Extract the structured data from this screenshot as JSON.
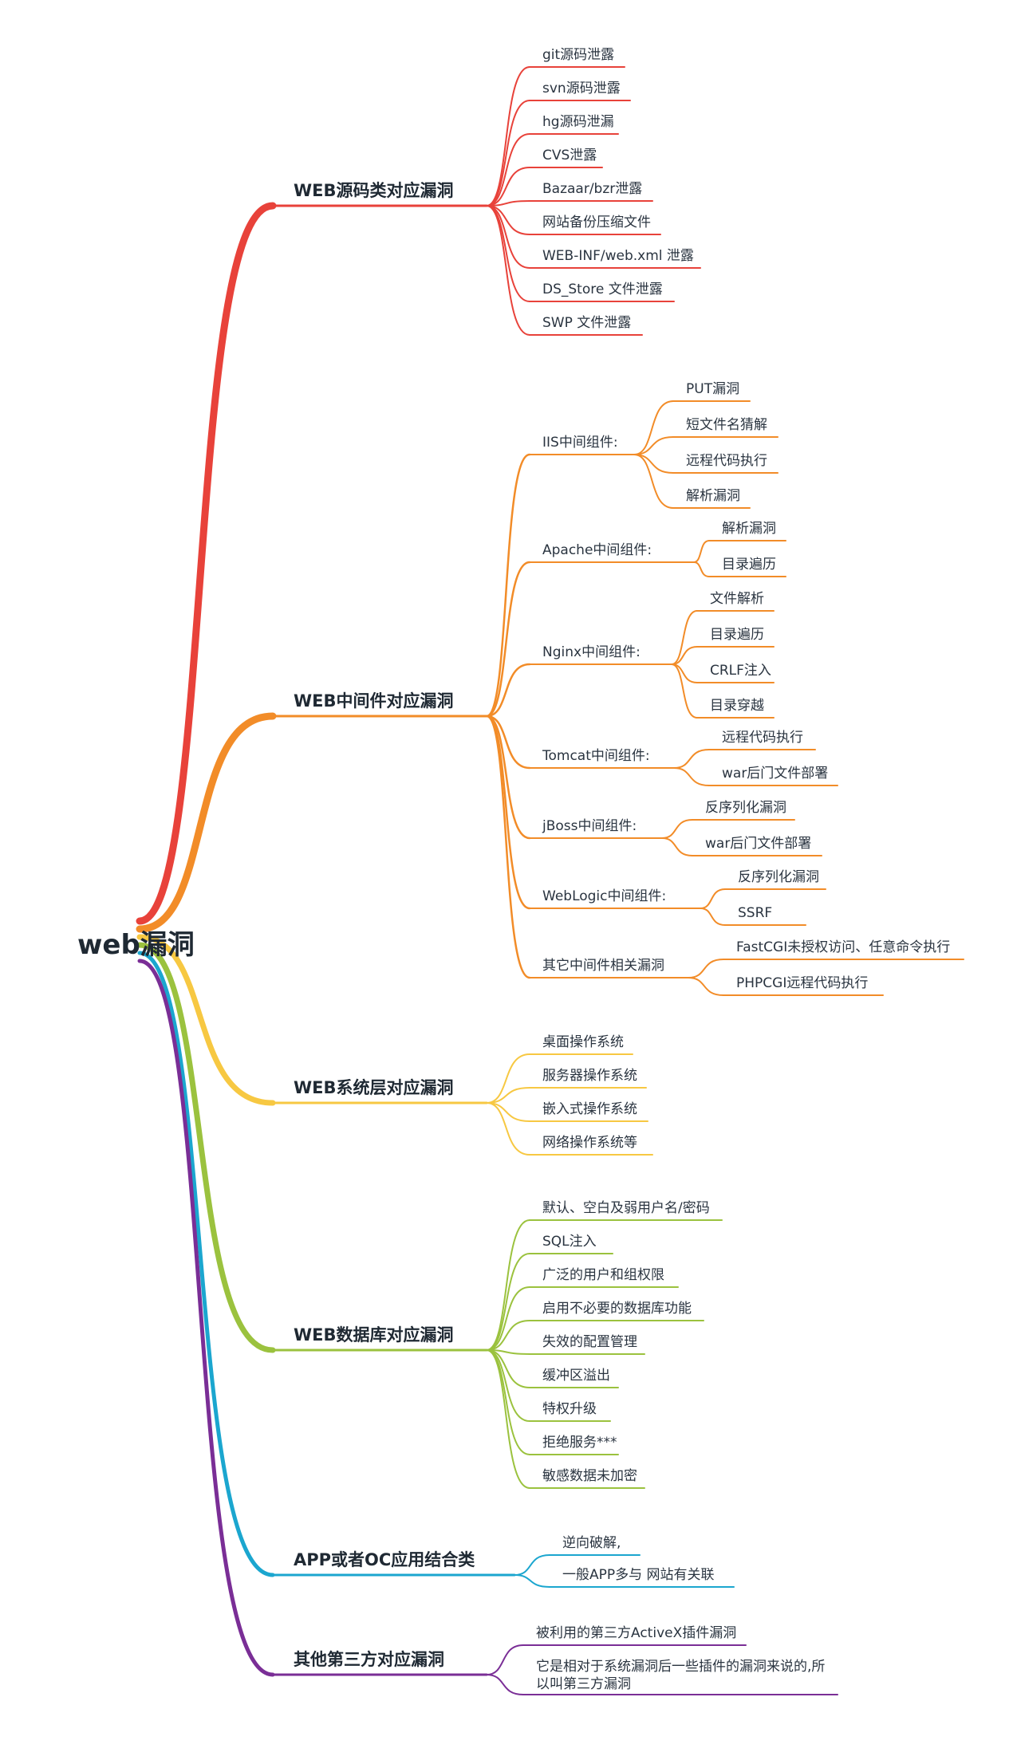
{
  "root": {
    "label": "web漏洞"
  },
  "branches": [
    {
      "label": "WEB源码类对应漏洞",
      "color": "#e8423a",
      "children": [
        {
          "label": "git源码泄露"
        },
        {
          "label": "svn源码泄露"
        },
        {
          "label": "hg源码泄漏"
        },
        {
          "label": "CVS泄露"
        },
        {
          "label": "Bazaar/bzr泄露"
        },
        {
          "label": "网站备份压缩文件"
        },
        {
          "label": "WEB-INF/web.xml 泄露"
        },
        {
          "label": "DS_Store 文件泄露"
        },
        {
          "label": "SWP 文件泄露"
        }
      ]
    },
    {
      "label": "WEB中间件对应漏洞",
      "color": "#f28c28",
      "children": [
        {
          "label": "IIS中间组件:",
          "children": [
            {
              "label": "PUT漏洞"
            },
            {
              "label": "短文件名猜解"
            },
            {
              "label": "远程代码执行"
            },
            {
              "label": "解析漏洞"
            }
          ]
        },
        {
          "label": "Apache中间组件:",
          "children": [
            {
              "label": "解析漏洞"
            },
            {
              "label": "目录遍历"
            }
          ]
        },
        {
          "label": "Nginx中间组件:",
          "children": [
            {
              "label": "文件解析"
            },
            {
              "label": "目录遍历"
            },
            {
              "label": "CRLF注入"
            },
            {
              "label": "目录穿越"
            }
          ]
        },
        {
          "label": "Tomcat中间组件:",
          "children": [
            {
              "label": "远程代码执行"
            },
            {
              "label": "war后门文件部署"
            }
          ]
        },
        {
          "label": "jBoss中间组件:",
          "children": [
            {
              "label": "反序列化漏洞"
            },
            {
              "label": "war后门文件部署"
            }
          ]
        },
        {
          "label": "WebLogic中间组件:",
          "children": [
            {
              "label": "反序列化漏洞"
            },
            {
              "label": "SSRF"
            }
          ]
        },
        {
          "label": "其它中间件相关漏洞",
          "children": [
            {
              "label": "FastCGI未授权访问、任意命令执行"
            },
            {
              "label": "PHPCGI远程代码执行"
            }
          ]
        }
      ]
    },
    {
      "label": "WEB系统层对应漏洞",
      "color": "#f7c842",
      "children": [
        {
          "label": "桌面操作系统"
        },
        {
          "label": "服务器操作系统"
        },
        {
          "label": "嵌入式操作系统"
        },
        {
          "label": "网络操作系统等"
        }
      ]
    },
    {
      "label": "WEB数据库对应漏洞",
      "color": "#9bc23e",
      "children": [
        {
          "label": "默认、空白及弱用户名/密码"
        },
        {
          "label": "SQL注入"
        },
        {
          "label": "广泛的用户和组权限"
        },
        {
          "label": "启用不必要的数据库功能"
        },
        {
          "label": "失效的配置管理"
        },
        {
          "label": "缓冲区溢出"
        },
        {
          "label": "特权升级"
        },
        {
          "label": "拒绝服务***"
        },
        {
          "label": "敏感数据未加密"
        }
      ]
    },
    {
      "label": "APP或者OC应用结合类",
      "color": "#1ba6cf",
      "children": [
        {
          "label": "逆向破解,"
        },
        {
          "label": "一般APP多与 网站有关联"
        }
      ]
    },
    {
      "label": "其他第三方对应漏洞",
      "color": "#7a2e96",
      "children": [
        {
          "label": "被利用的第三方ActiveX插件漏洞"
        },
        {
          "label": "它是相对于系统漏洞后一些插件的漏洞来说的,所以叫第三方漏洞"
        }
      ]
    }
  ]
}
